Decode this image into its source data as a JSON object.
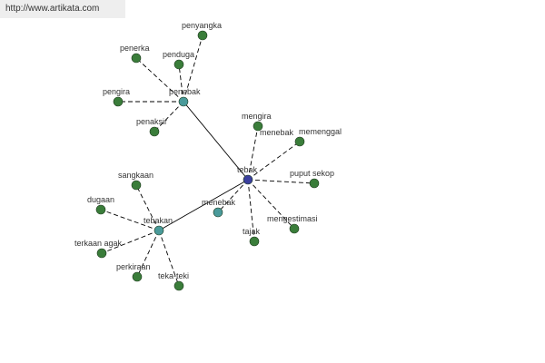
{
  "watermark": {
    "text": "http://www.artikata.com"
  },
  "colors": {
    "root": "#3b3f9e",
    "hub": "#4a9a9a",
    "leaf": "#3a7d3a",
    "edge": "#000000",
    "label": "#333333"
  },
  "nodes": [
    {
      "id": "tebak",
      "label": "tebak",
      "type": "root"
    },
    {
      "id": "penebak",
      "label": "penebak",
      "type": "hub"
    },
    {
      "id": "tebakan",
      "label": "tebakan",
      "type": "hub"
    },
    {
      "id": "menebak",
      "label": "menebak",
      "type": "hub"
    },
    {
      "id": "penyangka",
      "label": "penyangka",
      "type": "leaf"
    },
    {
      "id": "penerka",
      "label": "penerka",
      "type": "leaf"
    },
    {
      "id": "penduga",
      "label": "penduga",
      "type": "leaf"
    },
    {
      "id": "pengira",
      "label": "pengira",
      "type": "leaf"
    },
    {
      "id": "penaksir",
      "label": "penaksir",
      "type": "leaf"
    },
    {
      "id": "mengira",
      "label": "mengira",
      "type": "leaf"
    },
    {
      "id": "menebak2",
      "label": "menebak",
      "type": "leaf"
    },
    {
      "id": "memenggal",
      "label": "memenggal",
      "type": "leaf"
    },
    {
      "id": "puput-sekop",
      "label": "puput sekop",
      "type": "leaf"
    },
    {
      "id": "mengestimasi",
      "label": "mengestimasi",
      "type": "leaf"
    },
    {
      "id": "tajak",
      "label": "tajak",
      "type": "leaf"
    },
    {
      "id": "sangkaan",
      "label": "sangkaan",
      "type": "leaf"
    },
    {
      "id": "dugaan",
      "label": "dugaan",
      "type": "leaf"
    },
    {
      "id": "terkaan-agak",
      "label": "terkaan agak",
      "type": "leaf"
    },
    {
      "id": "perkiraan",
      "label": "perkiraan",
      "type": "leaf"
    },
    {
      "id": "teka-teki",
      "label": "teka-teki",
      "type": "leaf"
    }
  ],
  "edges": [
    {
      "from": "tebak",
      "to": "penebak",
      "style": "solid"
    },
    {
      "from": "tebak",
      "to": "tebakan",
      "style": "solid"
    },
    {
      "from": "tebak",
      "to": "menebak",
      "style": "dashed"
    },
    {
      "from": "penebak",
      "to": "penyangka",
      "style": "dashed"
    },
    {
      "from": "penebak",
      "to": "penerka",
      "style": "dashed"
    },
    {
      "from": "penebak",
      "to": "penduga",
      "style": "dashed"
    },
    {
      "from": "penebak",
      "to": "pengira",
      "style": "dashed"
    },
    {
      "from": "penebak",
      "to": "penaksir",
      "style": "dashed"
    },
    {
      "from": "tebak",
      "to": "mengira",
      "style": "dashed"
    },
    {
      "from": "tebak",
      "to": "memenggal",
      "style": "dashed"
    },
    {
      "from": "tebak",
      "to": "puput-sekop",
      "style": "dashed"
    },
    {
      "from": "tebak",
      "to": "mengestimasi",
      "style": "dashed"
    },
    {
      "from": "tebak",
      "to": "tajak",
      "style": "dashed"
    },
    {
      "from": "tebakan",
      "to": "sangkaan",
      "style": "dashed"
    },
    {
      "from": "tebakan",
      "to": "dugaan",
      "style": "dashed"
    },
    {
      "from": "tebakan",
      "to": "terkaan-agak",
      "style": "dashed"
    },
    {
      "from": "tebakan",
      "to": "perkiraan",
      "style": "dashed"
    },
    {
      "from": "tebakan",
      "to": "teka-teki",
      "style": "dashed"
    }
  ]
}
